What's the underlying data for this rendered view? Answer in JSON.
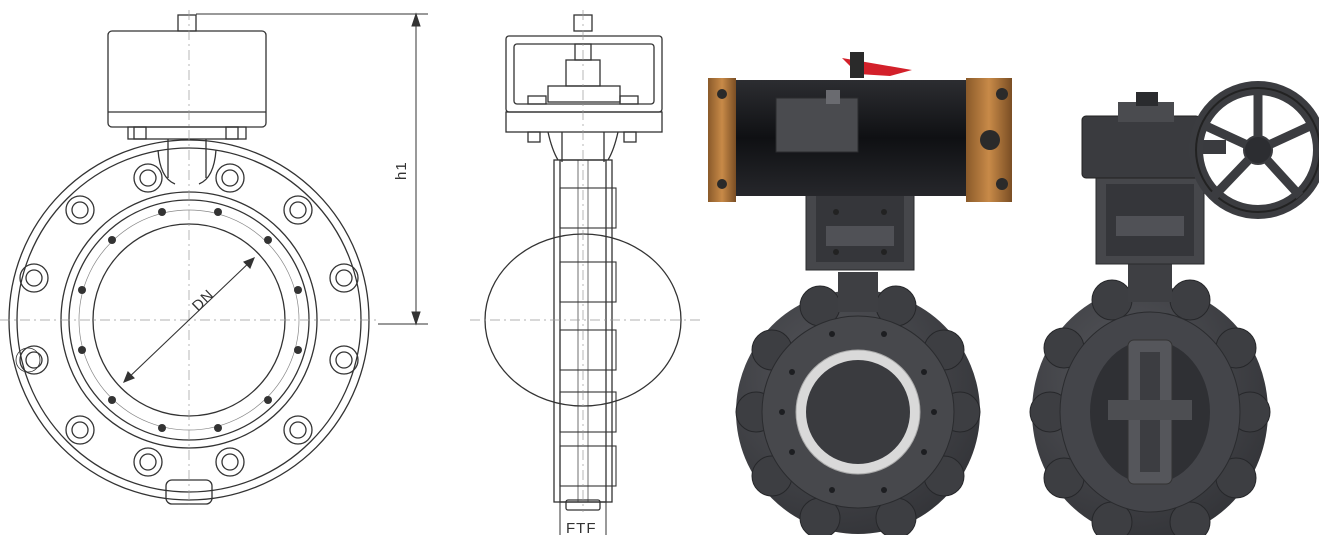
{
  "labels": {
    "dn": "DN",
    "h1": "h1",
    "ftf": "FTF"
  },
  "colors": {
    "line": "#333333",
    "body_dark": "#3b3c3f",
    "body_mid": "#4d4e52",
    "body_light": "#6a6b70",
    "actuator_black": "#15161a",
    "end_cap_bronze": "#b87a3c",
    "lever_red": "#d3202a",
    "seat_ring": "#d9d9d9"
  },
  "icons": [
    "handwheel-icon",
    "lever-icon"
  ]
}
